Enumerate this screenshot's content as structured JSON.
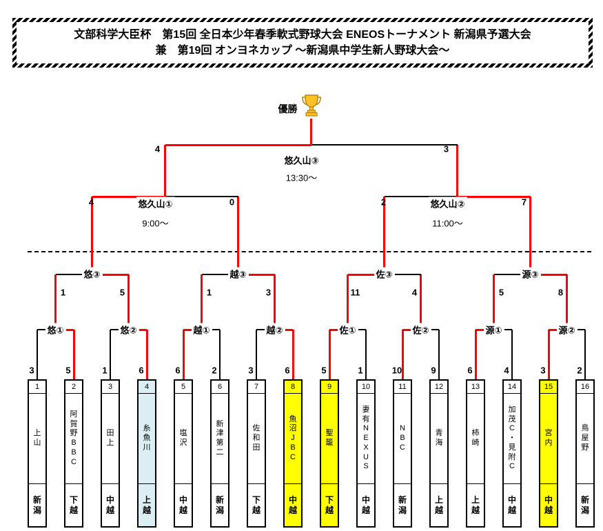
{
  "title": {
    "line1": "文部科学大臣杯　第15回 全日本少年春季軟式野球大会 ENEOSトーナメント 新潟県予選大会",
    "line2": "兼　第19回 オンヨネカップ ～新潟県中学生新人野球大会～"
  },
  "champion_label": "優勝",
  "colors": {
    "winner_path": "#ff0000",
    "line": "#000000",
    "highlight_yellow": "#ffff00",
    "highlight_blue": "#daeef3",
    "trophy_gold": "#ffc125",
    "trophy_outline": "#b8860b"
  },
  "teams": [
    {
      "no": "1",
      "name": "上山",
      "region": "新潟",
      "highlight": "none"
    },
    {
      "no": "2",
      "name": "阿賀野BBC",
      "region": "下越",
      "highlight": "none"
    },
    {
      "no": "3",
      "name": "田上",
      "region": "中越",
      "highlight": "none"
    },
    {
      "no": "4",
      "name": "糸魚川",
      "region": "上越",
      "highlight": "blue"
    },
    {
      "no": "5",
      "name": "塩沢",
      "region": "中越",
      "highlight": "none"
    },
    {
      "no": "6",
      "name": "新津第二",
      "region": "新潟",
      "highlight": "none"
    },
    {
      "no": "7",
      "name": "佐和田",
      "region": "下越",
      "highlight": "none"
    },
    {
      "no": "8",
      "name": "魚沼JBC",
      "region": "中越",
      "highlight": "yellow"
    },
    {
      "no": "9",
      "name": "聖籠",
      "region": "下越",
      "highlight": "yellow"
    },
    {
      "no": "10",
      "name": "妻有NEXUS",
      "region": "中越",
      "highlight": "none"
    },
    {
      "no": "11",
      "name": "NBC",
      "region": "新潟",
      "highlight": "none"
    },
    {
      "no": "12",
      "name": "青海",
      "region": "上越",
      "highlight": "none"
    },
    {
      "no": "13",
      "name": "柿崎",
      "region": "上越",
      "highlight": "none"
    },
    {
      "no": "14",
      "name": "加茂C・見附C",
      "region": "中越",
      "highlight": "none"
    },
    {
      "no": "15",
      "name": "宮内",
      "region": "中越",
      "highlight": "yellow"
    },
    {
      "no": "16",
      "name": "鳥屋野",
      "region": "新潟",
      "highlight": "none"
    }
  ],
  "rounds": {
    "round1": [
      {
        "label": "悠①",
        "scores": [
          "3",
          "5"
        ],
        "winner": "right"
      },
      {
        "label": "悠②",
        "scores": [
          "1",
          "6"
        ],
        "winner": "right"
      },
      {
        "label": "越①",
        "scores": [
          "6",
          "2"
        ],
        "winner": "left"
      },
      {
        "label": "越②",
        "scores": [
          "3",
          "6"
        ],
        "winner": "right"
      },
      {
        "label": "佐①",
        "scores": [
          "5",
          "1"
        ],
        "winner": "left"
      },
      {
        "label": "佐②",
        "scores": [
          "10",
          "9"
        ],
        "winner": "left"
      },
      {
        "label": "源①",
        "scores": [
          "6",
          "4"
        ],
        "winner": "left"
      },
      {
        "label": "源②",
        "scores": [
          "3",
          "2"
        ],
        "winner": "left"
      }
    ],
    "round2": [
      {
        "label": "悠③",
        "scores": [
          "1",
          "5"
        ],
        "winner": "right"
      },
      {
        "label": "越③",
        "scores": [
          "1",
          "3"
        ],
        "winner": "right"
      },
      {
        "label": "佐③",
        "scores": [
          "11",
          "4"
        ],
        "winner": "left"
      },
      {
        "label": "源③",
        "scores": [
          "5",
          "8"
        ],
        "winner": "right"
      }
    ],
    "semifinals": [
      {
        "label": "悠久山①",
        "time": "9:00～",
        "scores": [
          "4",
          "0"
        ],
        "winner": "left"
      },
      {
        "label": "悠久山②",
        "time": "11:00～",
        "scores": [
          "2",
          "7"
        ],
        "winner": "right"
      }
    ],
    "final": {
      "label": "悠久山③",
      "time": "13:30～",
      "scores": [
        "4",
        "3"
      ],
      "winner": "left"
    }
  }
}
